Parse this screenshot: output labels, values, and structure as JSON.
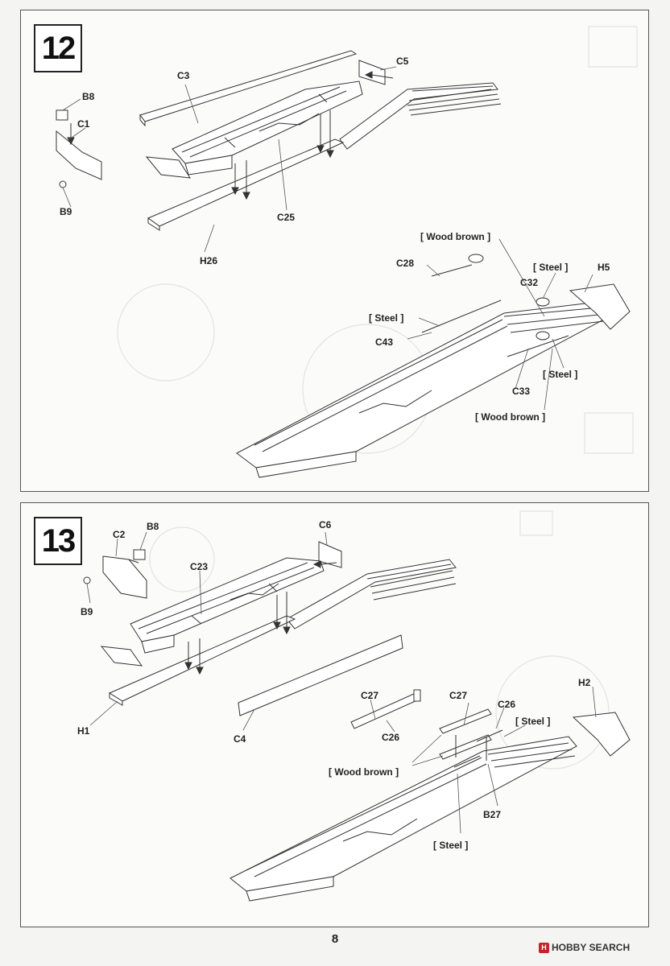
{
  "page_number": "8",
  "watermark": {
    "brand": "HOBBY SEARCH",
    "logo_letter": "H"
  },
  "steps": [
    {
      "number": "12",
      "labels": {
        "c3": "C3",
        "c5": "C5",
        "b8": "B8",
        "c1": "C1",
        "b9": "B9",
        "c25": "C25",
        "h26": "H26",
        "wood1": "[ Wood brown ]",
        "c28": "C28",
        "steel1": "[ Steel ]",
        "h5": "H5",
        "c32": "C32",
        "steel2": "[ Steel ]",
        "c43": "C43",
        "steel3": "[ Steel ]",
        "c33": "C33",
        "wood2": "[ Wood brown ]"
      }
    },
    {
      "number": "13",
      "labels": {
        "c2": "C2",
        "b8": "B8",
        "c6": "C6",
        "c23": "C23",
        "b9": "B9",
        "h1": "H1",
        "c4": "C4",
        "c27a": "C27",
        "c27b": "C27",
        "c26a": "C26",
        "c26b": "C26",
        "h2": "H2",
        "steel1": "[ Steel ]",
        "wood": "[ Wood brown ]",
        "b27": "B27",
        "steel2": "[ Steel ]"
      }
    }
  ]
}
